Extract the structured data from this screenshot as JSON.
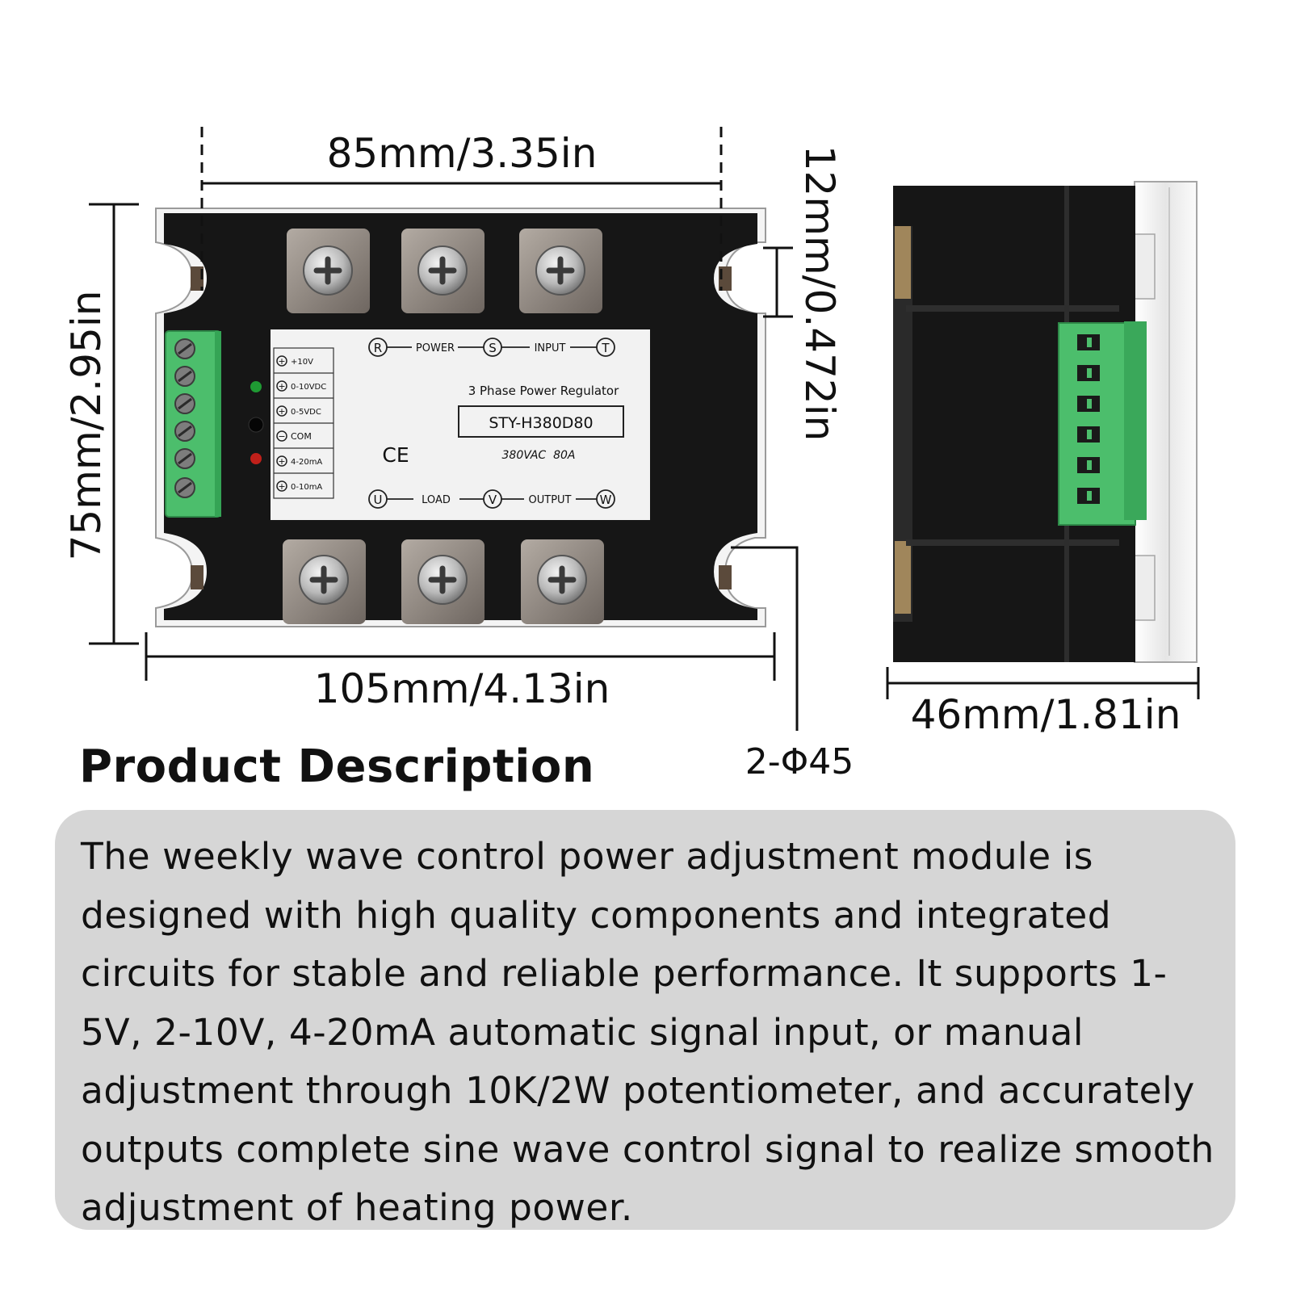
{
  "dimensions": {
    "top_width": "85mm/3.35in",
    "height": "75mm/2.95in",
    "bottom_width": "105mm/4.13in",
    "hole_offset": "12mm/0.472in",
    "mounting_holes": "2-Φ45",
    "depth": "46mm/1.81in"
  },
  "label_plate": {
    "power_terms": [
      "R",
      "S",
      "T"
    ],
    "power_text": "POWER",
    "input_text": "INPUT",
    "product_name": "3 Phase Power Regulator",
    "model": "STY-H380D80",
    "rating": "380VAC  80A",
    "ce_mark": "CE",
    "load_terms": [
      "U",
      "V",
      "W"
    ],
    "load_text": "LOAD",
    "output_text": "OUTPUT",
    "signal_terms": [
      {
        "sign": "+",
        "text": "+10V"
      },
      {
        "sign": "+",
        "text": "0-10VDC"
      },
      {
        "sign": "+",
        "text": "0-5VDC"
      },
      {
        "sign": "−",
        "text": "COM"
      },
      {
        "sign": "+",
        "text": "4-20mA"
      },
      {
        "sign": "+",
        "text": "0-10mA"
      }
    ]
  },
  "colors": {
    "housing": "#161616",
    "terminal_block": "#4cbe6c",
    "panel": "#d6d6d6",
    "led_green": "#1f9a33",
    "led_red": "#c0201a"
  },
  "description": {
    "title": "Product Description",
    "text": "The weekly wave control power adjustment module is designed with high quality components and integrated circuits for stable and reliable performance. It supports 1-5V, 2-10V, 4-20mA automatic signal input, or manual adjustment through 10K/2W potentiometer, and accurately outputs complete sine wave control signal to realize smooth adjustment of heating power."
  }
}
